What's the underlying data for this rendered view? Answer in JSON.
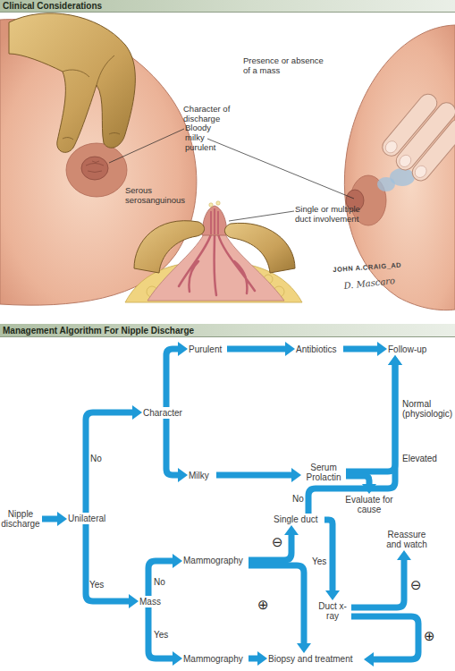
{
  "diagram": {
    "nodes": [
      {
        "text": [
          "Clinical Considerations"
        ]
      },
      {
        "text": [
          "Management Algorithm For Nipple Discharge"
        ]
      },
      {
        "text": [
          "Nipple discharge"
        ]
      },
      {
        "text": [
          "Unilateral"
        ]
      },
      {
        "text": [
          "Character"
        ]
      },
      {
        "text": [
          "Purulent"
        ]
      },
      {
        "text": [
          "Antibiotics"
        ]
      },
      {
        "text": [
          "Follow-up"
        ]
      },
      {
        "text": [
          "Milky"
        ]
      },
      {
        "text": [
          "Serum Prolactin"
        ]
      },
      {
        "text": [
          "Evaluate for cause"
        ]
      },
      {
        "text": [
          "Mass"
        ]
      },
      {
        "text": [
          "Mammography"
        ]
      },
      {
        "text": [
          "Single duct"
        ]
      },
      {
        "text": [
          "Duct x-ray"
        ]
      },
      {
        "text": [
          "Reassure and watch"
        ]
      },
      {
        "text": [
          "Mammography"
        ]
      },
      {
        "text": [
          "Biopsy and treatment"
        ]
      }
    ],
    "edges": [
      {
        "from": 2,
        "to": 3,
        "arrow": "to"
      },
      {
        "from": 3,
        "to": 4,
        "label": "No",
        "arrow": "to"
      },
      {
        "from": 3,
        "to": 11,
        "label": "Yes",
        "arrow": "to"
      },
      {
        "from": 4,
        "to": 5,
        "arrow": "to"
      },
      {
        "from": 4,
        "to": 8,
        "arrow": "to"
      },
      {
        "from": 5,
        "to": 6,
        "arrow": "to"
      },
      {
        "from": 6,
        "to": 7,
        "arrow": "to"
      },
      {
        "from": 8,
        "to": 9,
        "arrow": "to"
      },
      {
        "from": 9,
        "to": 7,
        "label": "Normal (physiologic)",
        "arrow": "to"
      },
      {
        "from": 9,
        "to": 10,
        "label": "Elevated",
        "arrow": "to"
      },
      {
        "from": 11,
        "to": 12,
        "label": "No",
        "arrow": "to"
      },
      {
        "from": 11,
        "to": 16,
        "label": "Yes",
        "arrow": "to"
      },
      {
        "from": 12,
        "to": 13,
        "label": "⊖",
        "arrow": "to"
      },
      {
        "from": 12,
        "to": 17,
        "label": "⊕",
        "arrow": "to"
      },
      {
        "from": 13,
        "to": 7,
        "label": "No",
        "arrow": "to"
      },
      {
        "from": 13,
        "to": 14,
        "label": "Yes",
        "arrow": "to"
      },
      {
        "from": 14,
        "to": 15,
        "label": "⊖",
        "arrow": "to"
      },
      {
        "from": 14,
        "to": 17,
        "label": "⊕",
        "arrow": "to"
      },
      {
        "from": 16,
        "to": 17,
        "arrow": "to"
      }
    ],
    "labels": [
      "Presence or absence of a mass",
      "Character of discharge",
      "Bloody milky purulent",
      "Serous serosanguinous",
      "Single or multiple duct involvement",
      "JOHN A.CRAIG_AD",
      "D. Mascaro"
    ]
  }
}
